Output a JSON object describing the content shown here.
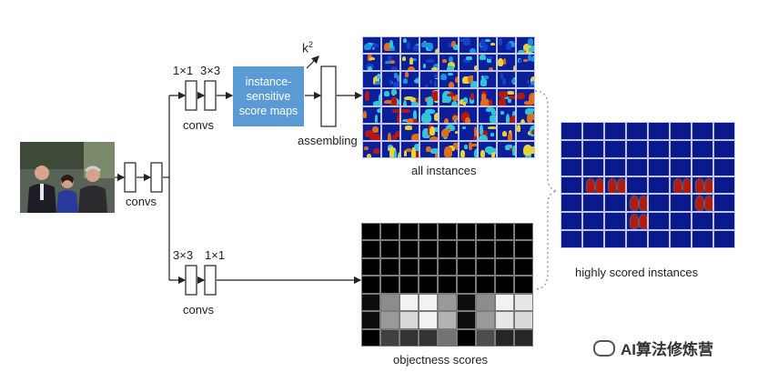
{
  "labels": {
    "convs_main": "convs",
    "conv_top_1": "1×1",
    "conv_top_2": "3×3",
    "convs_top": "convs",
    "conv_bot_1": "3×3",
    "conv_bot_2": "1×1",
    "convs_bot": "convs",
    "score_maps": "instance-sensitive score maps",
    "k_squared": "k",
    "k_exp": "2",
    "assembling": "assembling",
    "all_instances": "all instances",
    "objectness_scores": "objectness scores",
    "highly_scored": "highly scored instances",
    "watermark": "AI算法修炼营"
  },
  "objectness_gray_levels": [
    [
      0,
      0,
      0,
      0,
      0,
      0,
      0,
      0,
      0
    ],
    [
      0,
      0,
      0,
      0,
      0,
      0,
      0,
      0,
      0
    ],
    [
      0,
      0,
      0,
      0,
      0,
      0,
      0,
      0,
      0
    ],
    [
      0,
      0,
      0,
      0,
      0,
      0,
      0,
      0,
      0
    ],
    [
      0.05,
      0.55,
      0.95,
      0.95,
      0.6,
      0.05,
      0.55,
      0.95,
      0.9
    ],
    [
      0.05,
      0.6,
      0.85,
      0.95,
      0.7,
      0.05,
      0.6,
      0.9,
      0.85
    ],
    [
      0,
      0.25,
      0.2,
      0.2,
      0.45,
      0,
      0.3,
      0.15,
      0.15
    ]
  ],
  "colors": {
    "score_box": "#5b9bd5",
    "heatmap_bg": "#0b1f9a",
    "heat_red": "#b5180f"
  }
}
